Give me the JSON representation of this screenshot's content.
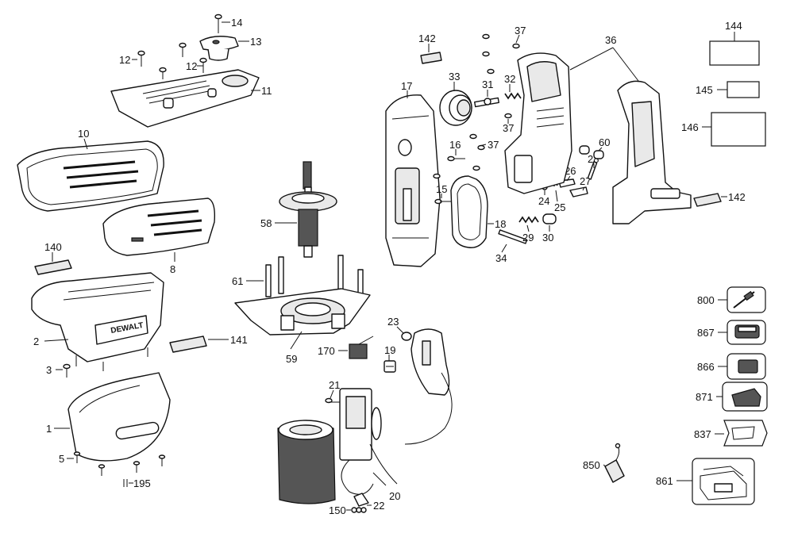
{
  "labels": {
    "p14": "14",
    "p13": "13",
    "p12a": "12",
    "p12b": "12",
    "p11": "11",
    "p10": "10",
    "p8": "8",
    "p140": "140",
    "p2": "2",
    "p141": "141",
    "p3": "3",
    "p1": "1",
    "p5": "5",
    "p195": "195",
    "p58": "58",
    "p61": "61",
    "p59": "59",
    "p170": "170",
    "p23": "23",
    "p19": "19",
    "p21": "21",
    "p20": "20",
    "p22": "22",
    "p150": "150",
    "p142a": "142",
    "p17": "17",
    "p33": "33",
    "p31": "31",
    "p32": "32",
    "p37a": "37",
    "p37b": "37",
    "p37c": "37",
    "p16": "16",
    "p15": "15",
    "p18": "18",
    "p34": "34",
    "p29": "29",
    "p30": "30",
    "p24": "24",
    "p25": "25",
    "p26": "26",
    "p27": "27",
    "p28": "28",
    "p60": "60",
    "p36": "36",
    "p142b": "142",
    "p144": "144",
    "p145": "145",
    "p146": "146",
    "p800": "800",
    "p867": "867",
    "p866": "866",
    "p871": "871",
    "p837": "837",
    "p850": "850",
    "p861": "861"
  },
  "brand_label": "DEWALT"
}
